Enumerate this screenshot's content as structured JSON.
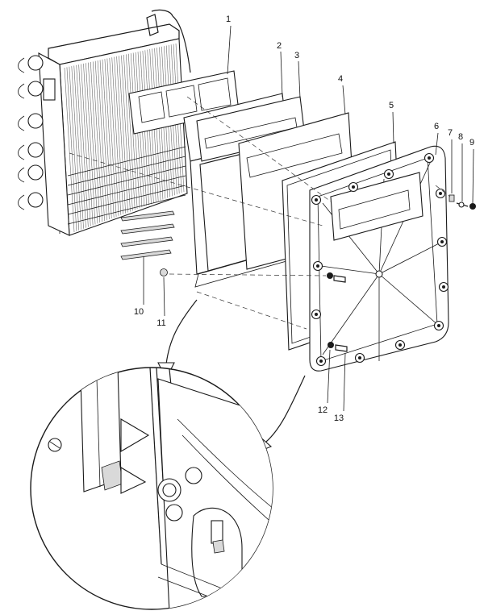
{
  "diagram": {
    "callouts": [
      {
        "id": "1",
        "label": "1"
      },
      {
        "id": "2",
        "label": "2"
      },
      {
        "id": "3",
        "label": "3"
      },
      {
        "id": "4",
        "label": "4"
      },
      {
        "id": "5",
        "label": "5"
      },
      {
        "id": "6",
        "label": "6"
      },
      {
        "id": "7",
        "label": "7"
      },
      {
        "id": "8",
        "label": "8"
      },
      {
        "id": "9",
        "label": "9"
      },
      {
        "id": "10",
        "label": "10"
      },
      {
        "id": "11",
        "label": "11"
      },
      {
        "id": "12",
        "label": "12"
      },
      {
        "id": "13",
        "label": "13"
      }
    ],
    "colors": {
      "line": "#1a1a1a",
      "fill": "#ffffff",
      "shade": "#d9d9d9",
      "fin": "#6b6b6b"
    },
    "icons": [
      "radiator",
      "gasket",
      "plate",
      "cover",
      "bolt",
      "washer",
      "magnifier-circle",
      "curved-arrow"
    ]
  }
}
